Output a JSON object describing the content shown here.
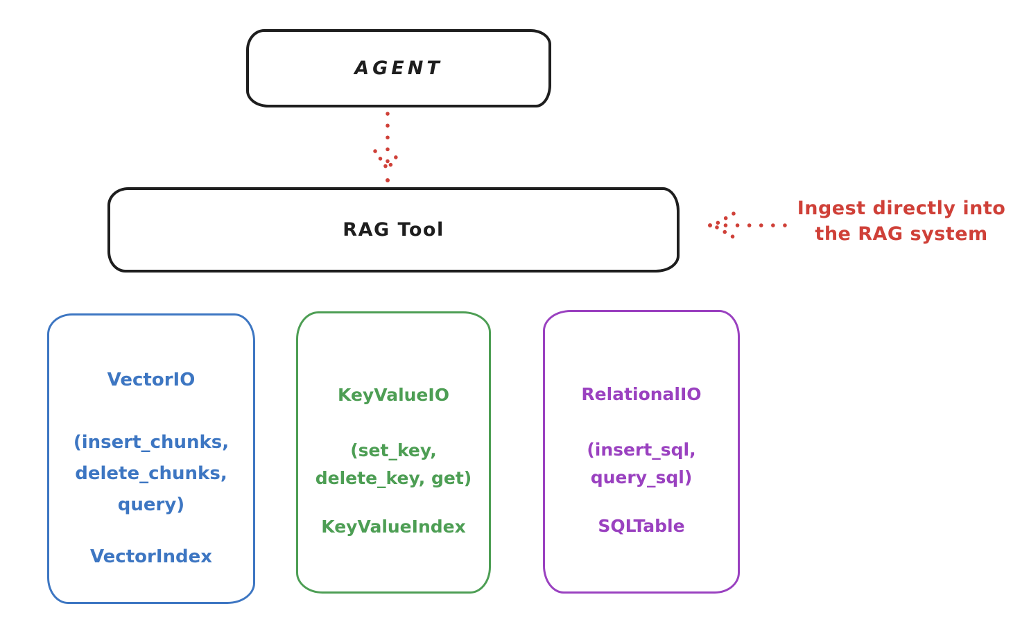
{
  "diagram": {
    "agent": {
      "label": "AGENT"
    },
    "rag_tool": {
      "label": "RAG Tool"
    },
    "annotation": {
      "text": "Ingest directly into\nthe RAG system"
    },
    "arrows": [
      {
        "name": "agent-to-rag-arrow",
        "style": "dotted",
        "direction": "down",
        "color": "#cf4038"
      },
      {
        "name": "annotation-to-rag-arrow",
        "style": "dotted",
        "direction": "left",
        "color": "#cf4038"
      }
    ],
    "io_boxes": [
      {
        "title": "VectorIO",
        "methods": "(insert_chunks,\ndelete_chunks,\nquery)",
        "index_label": "VectorIndex",
        "color": "#3d76c2"
      },
      {
        "title": "KeyValueIO",
        "methods": "(set_key,\ndelete_key, get)",
        "index_label": "KeyValueIndex",
        "color": "#4d9e54"
      },
      {
        "title": "RelationalIO",
        "methods": "(insert_sql,\nquery_sql)",
        "index_label": "SQLTable",
        "color": "#9a41c0"
      }
    ],
    "colors": {
      "box_border": "#1e1e1e",
      "accent_red": "#cf4038",
      "vector_blue": "#3d76c2",
      "keyvalue_green": "#4d9e54",
      "relational_purple": "#9a41c0",
      "background": "#ffffff"
    }
  }
}
